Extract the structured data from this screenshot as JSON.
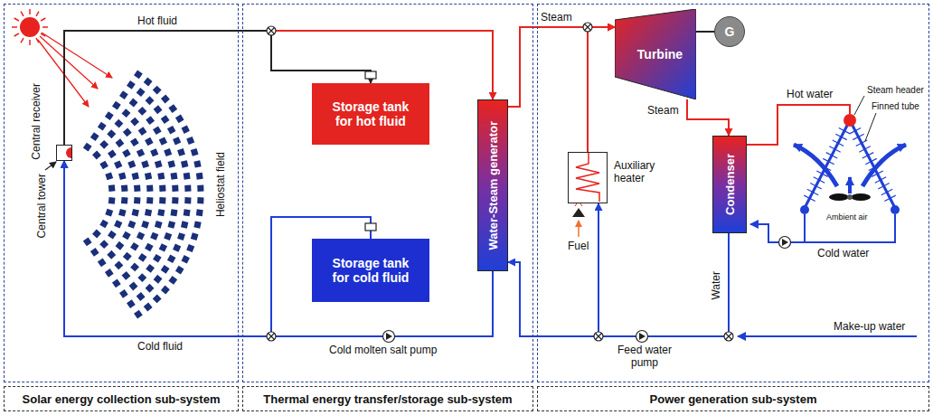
{
  "diagram": {
    "nodes": [
      {
        "text": [
          "Solar energy collection sub-system"
        ]
      },
      {
        "text": [
          "Thermal energy transfer/storage sub-system"
        ]
      },
      {
        "text": [
          "Power generation sub-system"
        ]
      },
      {
        "text": [
          "Central receiver"
        ],
        "in": 0
      },
      {
        "text": [
          "Storage tank for hot fluid"
        ],
        "in": 1
      },
      {
        "text": [
          "Storage tank for cold fluid"
        ],
        "in": 1
      },
      {
        "text": [
          "Water-Steam generator"
        ],
        "in": 1
      },
      {
        "text": [
          "Turbine"
        ],
        "in": 2
      },
      {
        "text": [
          "G"
        ],
        "in": 2
      },
      {
        "text": [
          "Auxiliary heater"
        ],
        "in": 2
      },
      {
        "text": [
          "Condenser"
        ],
        "in": 2
      }
    ],
    "edges": [
      {
        "from": 3,
        "to": 6,
        "arrow": "to",
        "label": "Hot fluid"
      },
      {
        "from": 6,
        "to": 3,
        "arrow": "to",
        "label": "Cold fluid"
      },
      {
        "from": 3,
        "to": 4,
        "arrow": "to"
      },
      {
        "from": 5,
        "to": 3,
        "arrow": "to"
      },
      {
        "from": 6,
        "to": 7,
        "arrow": "to",
        "label": "Steam"
      },
      {
        "from": 7,
        "to": 8,
        "arrow": "none"
      },
      {
        "from": 7,
        "to": 10,
        "arrow": "to",
        "label": "Steam"
      },
      {
        "from": 10,
        "to": 6,
        "arrow": "to",
        "label": "Water"
      },
      {
        "from": 10,
        "to": 9,
        "arrow": "to"
      },
      {
        "from": 9,
        "to": 7,
        "arrow": "to"
      }
    ],
    "labels": [
      "Central tower",
      "Heliostat field",
      "Cold molten salt pump",
      "Fuel",
      "Hot water",
      "Steam header",
      "Finned tube",
      "Ambient air",
      "Cold water",
      "Feed water pump",
      "Make-up water"
    ]
  }
}
